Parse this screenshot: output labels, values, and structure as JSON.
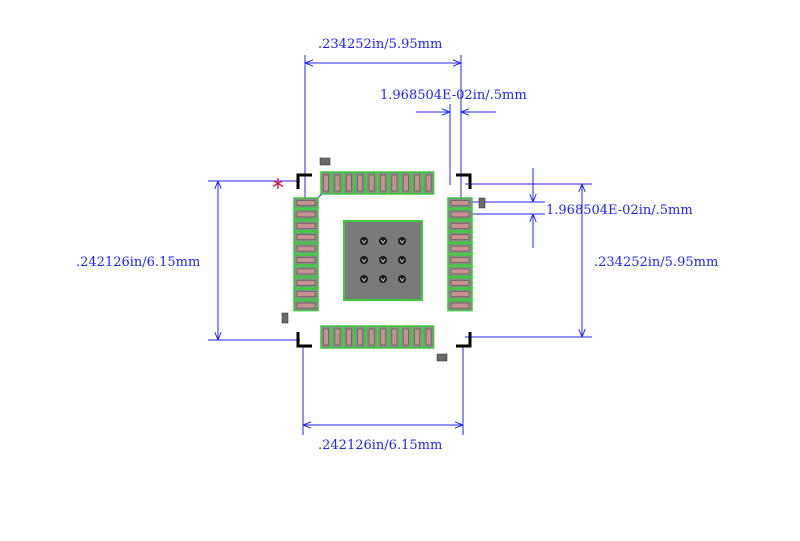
{
  "dimensions": {
    "top": ".234252in/5.95mm",
    "bottom": ".242126in/6.15mm",
    "left": ".242126in/6.15mm",
    "right": ".234252in/5.95mm",
    "pitch_top": "1.968504E-02in/.5mm",
    "pitch_right": "1.968504E-02in/.5mm"
  },
  "pin1_marker": "*",
  "colors": {
    "dimension": "#2020ff",
    "pad_outline": "#3ec83e",
    "pad_fill": "#8a8a8a",
    "pad_inner": "#c89090",
    "thermal_pad": "#7a7a7a",
    "silkscreen": "#000000",
    "pin1_marker": "#d0103a"
  },
  "package": {
    "pins_per_side": 10,
    "thermal_vias_grid": [
      3,
      3
    ]
  }
}
